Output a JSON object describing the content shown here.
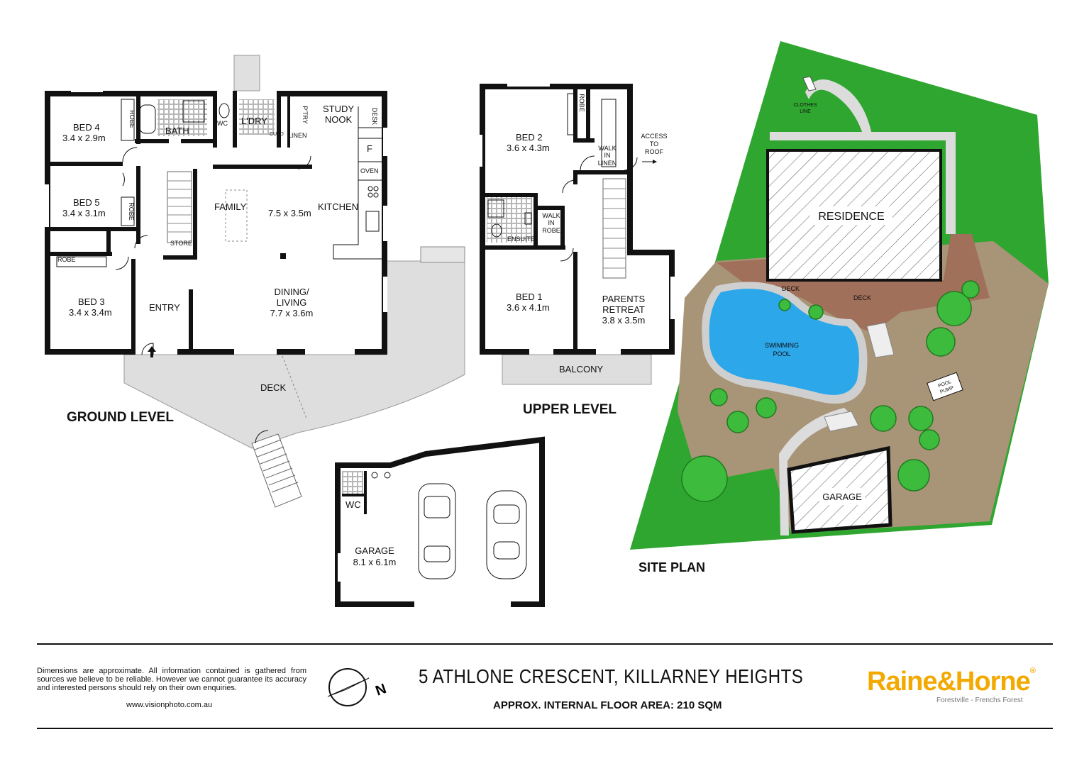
{
  "ground_level": {
    "title": "GROUND LEVEL",
    "rooms": {
      "bed4_name": "BED 4",
      "bed4_size": "3.4 x 2.9m",
      "bed5_name": "BED 5",
      "bed5_size": "3.4 x 3.1m",
      "bed3_name": "BED 3",
      "bed3_size": "3.4 x 3.4m",
      "bath": "BATH",
      "wc": "WC",
      "laundry": "L'DRY",
      "pantry": "P'TRY",
      "study": "STUDY",
      "nook": "NOOK",
      "desk": "DESK",
      "fridge": "F",
      "oven": "OVEN",
      "cupd": "CUPD",
      "linen": "LINEN",
      "family": "FAMILY",
      "family_size": "7.5 x 3.5m",
      "kitchen": "KITCHEN",
      "robe": "ROBE",
      "store": "STORE",
      "entry": "ENTRY",
      "dining_1": "DINING/",
      "dining_2": "LIVING",
      "dining_size": "7.7 x 3.6m",
      "deck": "DECK"
    }
  },
  "upper_level": {
    "title": "UPPER LEVEL",
    "rooms": {
      "bed2_name": "BED 2",
      "bed2_size": "3.6 x 4.3m",
      "bed1_name": "BED 1",
      "bed1_size": "3.6 x 4.1m",
      "robe": "ROBE",
      "walk_in_linen_1": "WALK",
      "walk_in_linen_2": "IN",
      "walk_in_linen_3": "LINEN",
      "access_1": "ACCESS",
      "access_2": "TO",
      "access_3": "ROOF",
      "walk_in_robe_1": "WALK",
      "walk_in_robe_2": "IN",
      "walk_in_robe_3": "ROBE",
      "ensuite": "ENSUITE",
      "parents_1": "PARENTS",
      "parents_2": "RETREAT",
      "parents_size": "3.8 x 3.5m",
      "balcony": "BALCONY"
    }
  },
  "garage_plan": {
    "wc": "WC",
    "name": "GARAGE",
    "size": "8.1 x 6.1m"
  },
  "site_plan": {
    "title": "SITE PLAN",
    "residence": "RESIDENCE",
    "clothes_line_1": "CLOTHES",
    "clothes_line_2": "LINE",
    "deck_left": "DECK",
    "deck_right": "DECK",
    "pool_1": "SWIMMING",
    "pool_2": "POOL",
    "pump_1": "POOL",
    "pump_2": "PUMP",
    "garage": "GARAGE",
    "colors": {
      "lawn": "#2fa62f",
      "deck": "#a0705a",
      "pool": "#2ba7ea",
      "garden": "#a89477",
      "path": "#dcdcdc"
    }
  },
  "footer": {
    "disclaimer": "Dimensions are approximate. All information contained is gathered from sources we believe to be reliable. However we cannot guarantee its accuracy and interested persons should rely on their own enquiries.",
    "url": "www.visionphoto.com.au",
    "compass_letter": "N",
    "address": "5 ATHLONE CRESCENT, KILLARNEY HEIGHTS",
    "floor_area": "APPROX. INTERNAL FLOOR AREA: 210 SQM",
    "brand": "Raine&Horne",
    "brand_registered": "®",
    "brand_office": "Forestville - Frenchs Forest",
    "brand_color": "#f2a900"
  }
}
